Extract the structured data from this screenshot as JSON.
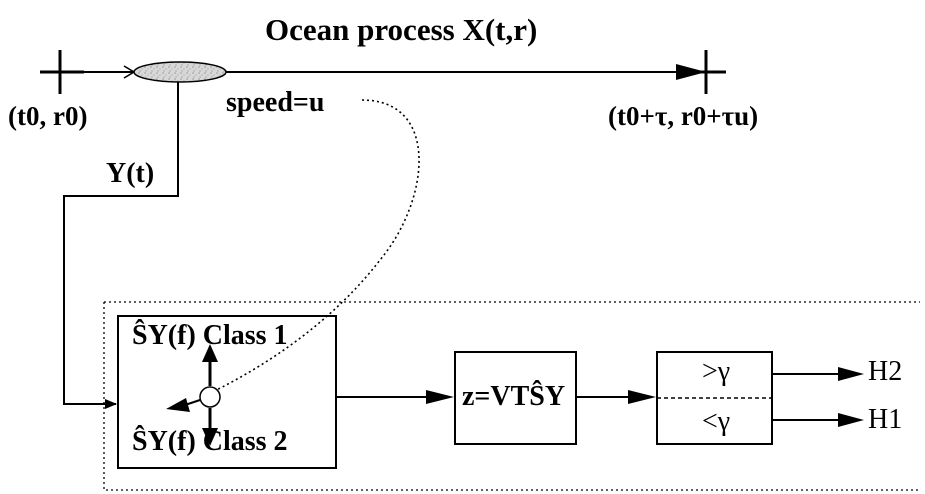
{
  "diagram": {
    "title": "Ocean process X(t,r)",
    "start_point": "(t0, r0)",
    "end_point": "(t0+τ, r0+τu)",
    "speed_label": "speed=u",
    "signal_label": "Y(t)",
    "class1_label": "ŜY(f) Class 1",
    "class2_label": "ŜY(f) Class 2",
    "projection_label": "z=VTŜY",
    "threshold_high": ">γ",
    "threshold_low": "<γ",
    "hypothesis_2": "H2",
    "hypothesis_1": "H1"
  }
}
